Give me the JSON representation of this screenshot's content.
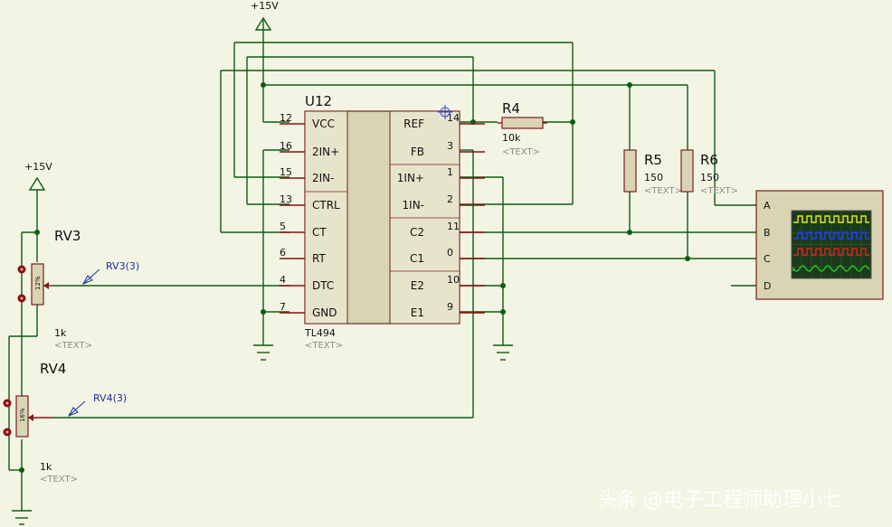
{
  "ic": {
    "ref": "U12",
    "part": "TL494",
    "text_placeholder": "<TEXT>",
    "pins_left": [
      {
        "num": "12",
        "name": "VCC"
      },
      {
        "num": "16",
        "name": "2IN+"
      },
      {
        "num": "15",
        "name": "2IN-"
      },
      {
        "num": "13",
        "name": "CTRL"
      },
      {
        "num": "5",
        "name": "CT"
      },
      {
        "num": "6",
        "name": "RT"
      },
      {
        "num": "4",
        "name": "DTC"
      },
      {
        "num": "7",
        "name": "GND"
      }
    ],
    "pins_right": [
      {
        "num": "14",
        "name": "REF"
      },
      {
        "num": "3",
        "name": "FB"
      },
      {
        "num": "1",
        "name": "1IN+"
      },
      {
        "num": "2",
        "name": "1IN-"
      },
      {
        "num": "11",
        "name": "C2"
      },
      {
        "num": "0",
        "name": "C1"
      },
      {
        "num": "10",
        "name": "E2"
      },
      {
        "num": "9",
        "name": "E1"
      }
    ]
  },
  "resistors": {
    "r4": {
      "ref": "R4",
      "value": "10k",
      "text": "<TEXT>"
    },
    "r5": {
      "ref": "R5",
      "value": "150",
      "text": "<TEXT>"
    },
    "r6": {
      "ref": "R6",
      "value": "150",
      "text": "<TEXT>"
    }
  },
  "pots": {
    "rv3": {
      "ref": "RV3",
      "value": "1k",
      "text": "<TEXT>",
      "percent": "12%",
      "probe": "RV3(3)"
    },
    "rv4": {
      "ref": "RV4",
      "value": "1k",
      "text": "<TEXT>",
      "percent": "16%",
      "probe": "RV4(3)"
    }
  },
  "power": {
    "top": "+15V",
    "left": "+15V"
  },
  "scope": {
    "channels": [
      "A",
      "B",
      "C",
      "D"
    ],
    "trace_colors": [
      "#e8e820",
      "#2040ff",
      "#e02020",
      "#20d020"
    ],
    "screen_color": "#1a3a1a"
  },
  "watermark": "头条 @电子工程师助理小七"
}
